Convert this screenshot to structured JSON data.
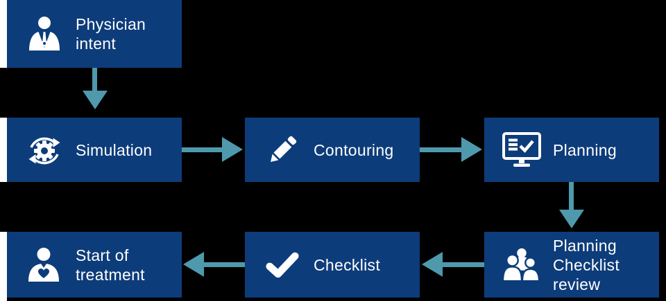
{
  "colors": {
    "box": "#0d3c7a",
    "arrow": "#4f99ad",
    "text": "#ffffff",
    "background": "#000000",
    "edge": "#ffffff"
  },
  "nodes": [
    {
      "id": "physician-intent",
      "icon": "physician-icon",
      "lines": [
        "Physician",
        "intent"
      ]
    },
    {
      "id": "simulation",
      "icon": "gear-cycle-icon",
      "lines": [
        "Simulation"
      ]
    },
    {
      "id": "contouring",
      "icon": "pencil-icon",
      "lines": [
        "Contouring"
      ]
    },
    {
      "id": "planning",
      "icon": "monitor-checklist-icon",
      "lines": [
        "Planning"
      ]
    },
    {
      "id": "planning-checklist-review",
      "icon": "team-icon",
      "lines": [
        "Planning",
        "Checklist",
        "review"
      ]
    },
    {
      "id": "checklist",
      "icon": "checkmark-icon",
      "lines": [
        "Checklist"
      ]
    },
    {
      "id": "start-of-treatment",
      "icon": "patient-heart-icon",
      "lines": [
        "Start of",
        "treatment"
      ]
    }
  ],
  "arrows": [
    {
      "from": "physician-intent",
      "to": "simulation",
      "direction": "down"
    },
    {
      "from": "simulation",
      "to": "contouring",
      "direction": "right"
    },
    {
      "from": "contouring",
      "to": "planning",
      "direction": "right"
    },
    {
      "from": "planning",
      "to": "planning-checklist-review",
      "direction": "down"
    },
    {
      "from": "planning-checklist-review",
      "to": "checklist",
      "direction": "left"
    },
    {
      "from": "checklist",
      "to": "start-of-treatment",
      "direction": "left"
    }
  ]
}
